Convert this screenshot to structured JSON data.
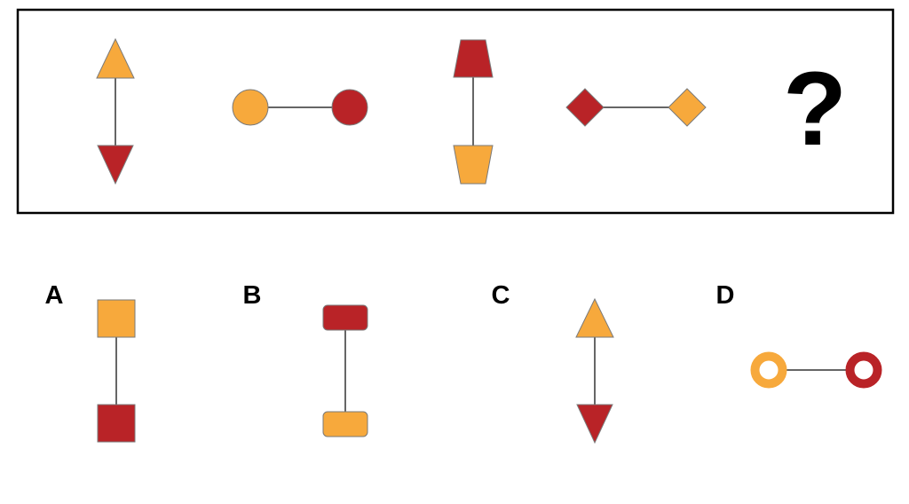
{
  "colors": {
    "orange": "#F7A93C",
    "red": "#B92327",
    "connector": "#666666",
    "outline": "#7a7a7a",
    "frame": "#000000"
  },
  "puzzle": {
    "question_mark": "?",
    "sequence": [
      {
        "id": 1,
        "orientation": "vertical",
        "top": {
          "shape": "triangle-up",
          "color": "orange"
        },
        "bottom": {
          "shape": "triangle-down",
          "color": "red"
        }
      },
      {
        "id": 2,
        "orientation": "horizontal",
        "left": {
          "shape": "circle",
          "color": "orange"
        },
        "right": {
          "shape": "circle",
          "color": "red"
        }
      },
      {
        "id": 3,
        "orientation": "vertical",
        "top": {
          "shape": "trapezoid",
          "color": "red"
        },
        "bottom": {
          "shape": "trapezoid-inverted",
          "color": "orange"
        }
      },
      {
        "id": 4,
        "orientation": "horizontal",
        "left": {
          "shape": "diamond",
          "color": "red"
        },
        "right": {
          "shape": "diamond",
          "color": "orange"
        }
      }
    ]
  },
  "options": [
    {
      "label": "A",
      "orientation": "vertical",
      "top": {
        "shape": "square",
        "color": "orange"
      },
      "bottom": {
        "shape": "square",
        "color": "red"
      }
    },
    {
      "label": "B",
      "orientation": "vertical",
      "top": {
        "shape": "rounded-rectangle",
        "color": "red"
      },
      "bottom": {
        "shape": "rounded-rectangle",
        "color": "orange"
      }
    },
    {
      "label": "C",
      "orientation": "vertical",
      "top": {
        "shape": "triangle-up",
        "color": "orange"
      },
      "bottom": {
        "shape": "triangle-down",
        "color": "red"
      }
    },
    {
      "label": "D",
      "orientation": "horizontal",
      "left": {
        "shape": "ring",
        "color": "orange"
      },
      "right": {
        "shape": "ring",
        "color": "red"
      }
    }
  ]
}
